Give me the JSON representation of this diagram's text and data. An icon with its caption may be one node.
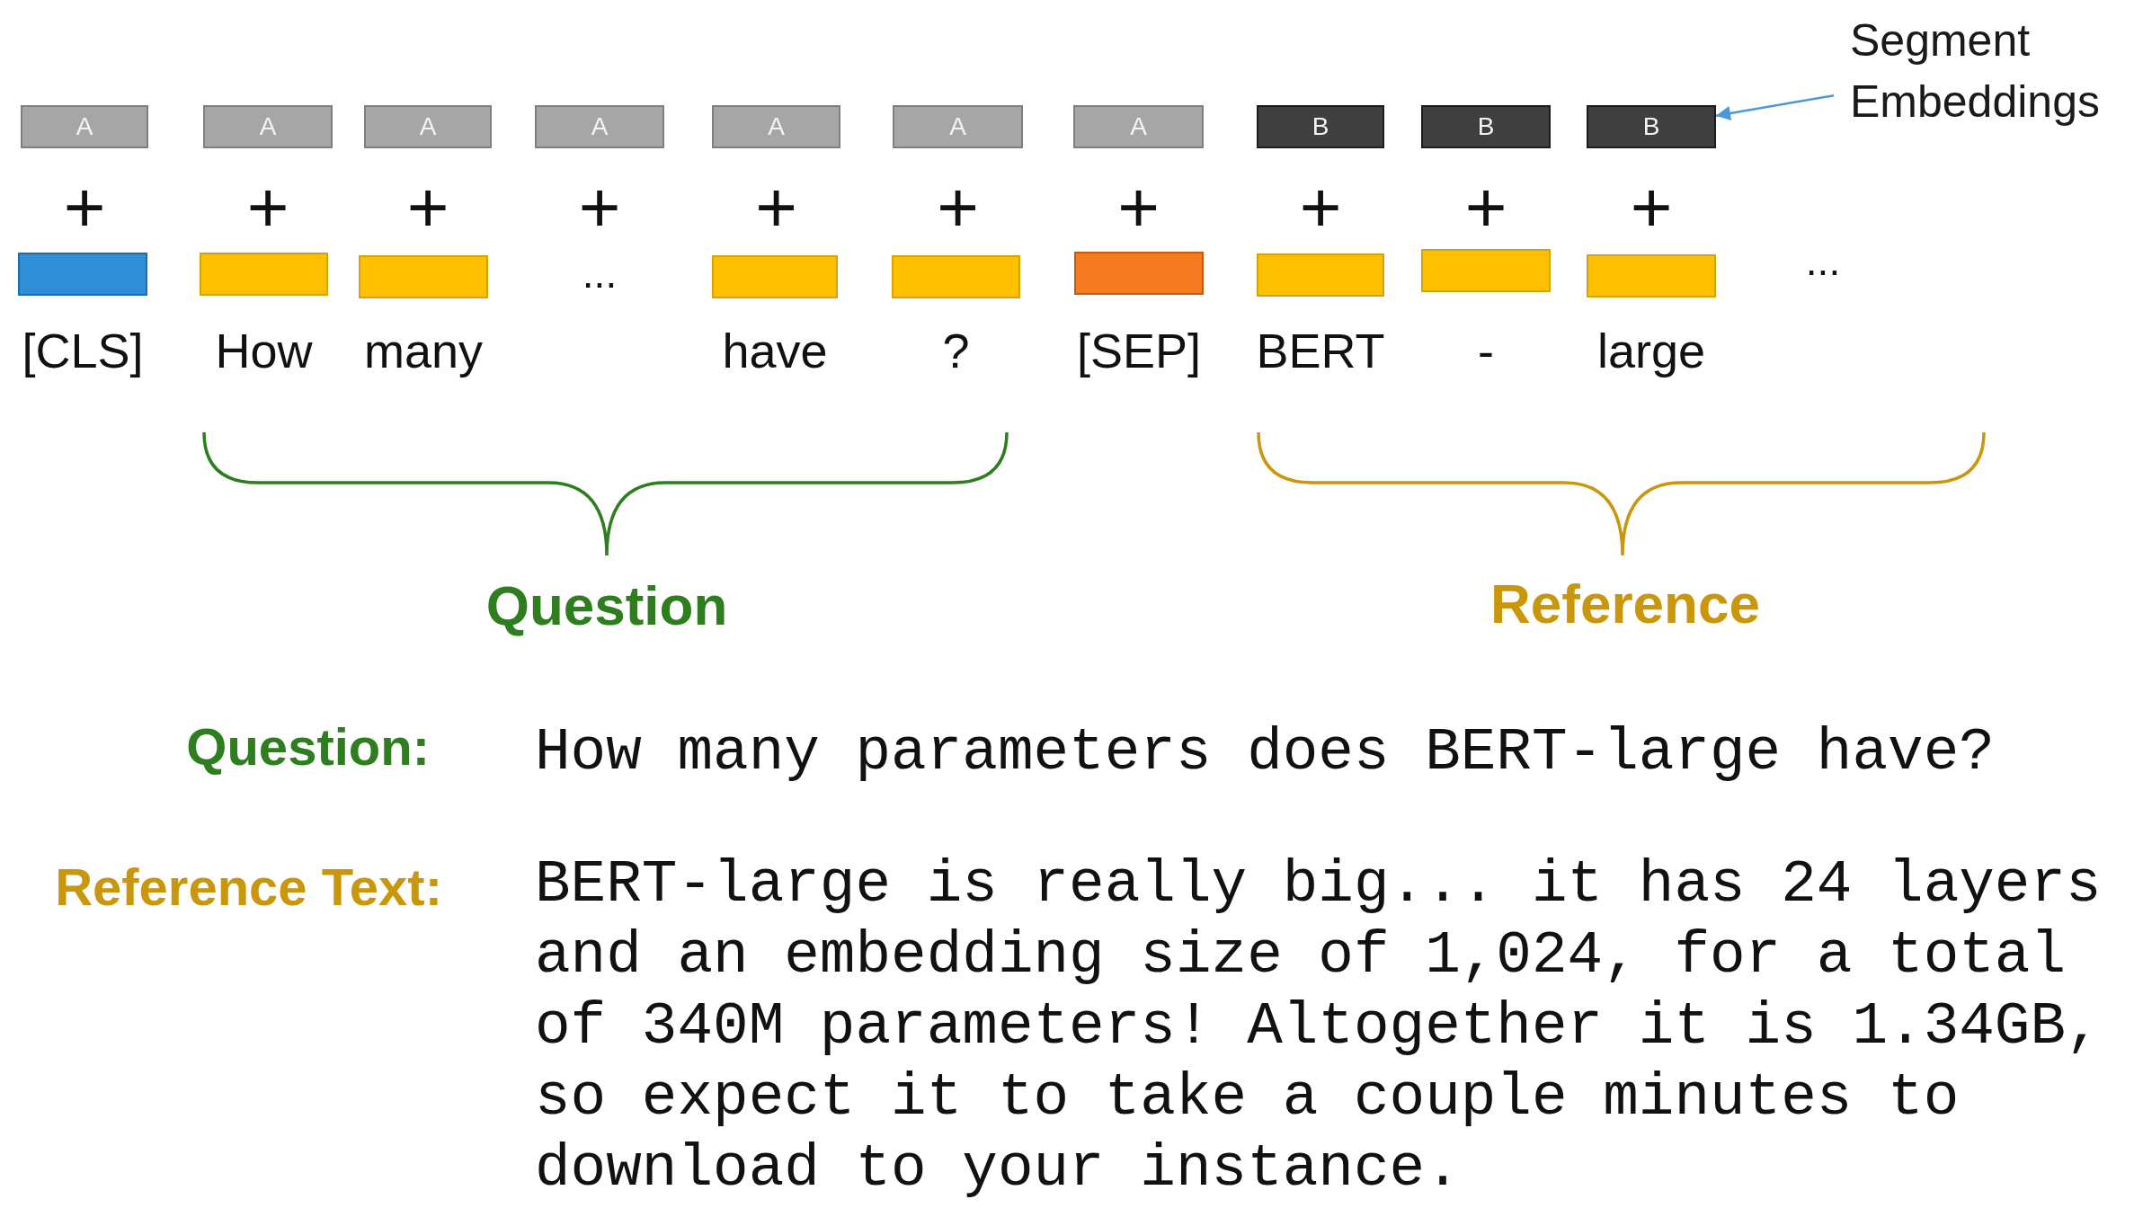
{
  "diagram": {
    "nodes": [
      {
        "text": [
          "Segment Embeddings"
        ]
      },
      {
        "text": [
          "A"
        ]
      },
      {
        "text": [
          "A"
        ]
      },
      {
        "text": [
          "A"
        ]
      },
      {
        "text": [
          "A"
        ]
      },
      {
        "text": [
          "A"
        ]
      },
      {
        "text": [
          "A"
        ]
      },
      {
        "text": [
          "A"
        ]
      },
      {
        "text": [
          "B"
        ]
      },
      {
        "text": [
          "B"
        ]
      },
      {
        "text": [
          "B"
        ]
      },
      {
        "text": [],
        "shape": "box",
        "beside": [
          "[CLS]"
        ]
      },
      {
        "text": [],
        "shape": "box",
        "beside": [
          "How"
        ]
      },
      {
        "text": [],
        "shape": "box",
        "beside": [
          "many"
        ]
      },
      {
        "text": [],
        "shape": "box",
        "beside": [
          "have"
        ]
      },
      {
        "text": [],
        "shape": "box",
        "beside": [
          "?"
        ]
      },
      {
        "text": [],
        "shape": "box",
        "beside": [
          "[SEP]"
        ]
      },
      {
        "text": [],
        "shape": "box",
        "beside": [
          "BERT"
        ]
      },
      {
        "text": [],
        "shape": "box",
        "beside": [
          "-"
        ]
      },
      {
        "text": [],
        "shape": "box",
        "beside": [
          "large"
        ]
      }
    ],
    "edges": [
      {
        "from": 0,
        "to": 10,
        "arrow": "to"
      }
    ],
    "labels": [
      "+",
      "+",
      "+",
      "+",
      "+",
      "+",
      "+",
      "+",
      "+",
      "+",
      "...",
      "...",
      "Question",
      "Reference",
      "Question:",
      "How many parameters does BERT-large have?",
      "Reference Text:",
      "BERT-large is really big... it has 24 layers and an embedding size of 1,024, for a total of 340M parameters! Altogether it is 1.34GB, so expect it to take a couple minutes to download to your instance."
    ]
  }
}
